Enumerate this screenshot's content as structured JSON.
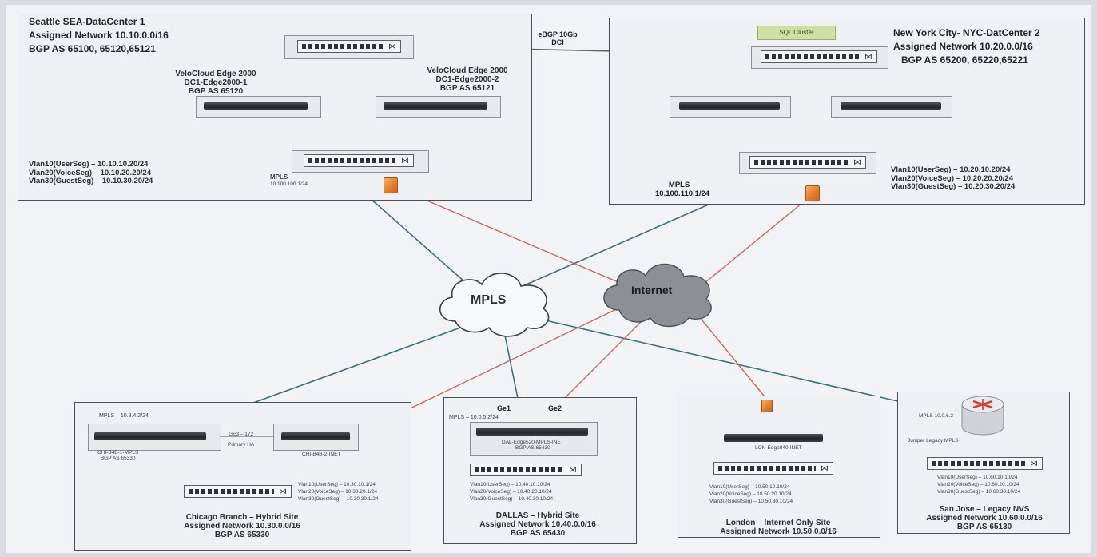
{
  "seattle": {
    "title": "Seattle SEA-DataCenter 1",
    "network": "Assigned Network 10.10.0.0/16",
    "bgp": "BGP AS 65100, 65120,65121",
    "edge1": [
      "VeloCloud Edge 2000",
      "DC1-Edge2000-1",
      "BGP AS 65120"
    ],
    "edge2": [
      "VeloCloud Edge 2000",
      "DC1-Edge2000-2",
      "BGP AS 65121"
    ],
    "vlans": [
      "Vlan10(UserSeg) – 10.10.10.20/24",
      "Vlan20(VoiceSeg) – 10.10.20.20/24",
      "Vlan30(GuestSeg) – 10.10.30.20/24"
    ],
    "mpls": [
      "MPLS –",
      "10.100.100.1/24"
    ]
  },
  "dci": {
    "line1": "eBGP 10Gb",
    "line2": "DCI"
  },
  "newyork": {
    "title": "New York City- NYC-DatCenter 2",
    "network": "Assigned Network 10.20.0.0/16",
    "bgp": "BGP AS 65200, 65220,65221",
    "sql": "SQL Cluster",
    "vlans": [
      "Vlan10(UserSeg) – 10.20.10.20/24",
      "Vlan20(VoiceSeg) – 10.20.20.20/24",
      "Vlan30(GuestSeg) – 10.20.30.20/24"
    ],
    "mpls": [
      "MPLS –",
      "10.100.110.1/24"
    ]
  },
  "clouds": {
    "mpls": "MPLS",
    "internet": "Internet"
  },
  "chicago": {
    "mpls": "MPLS – 10.8.4.2/24",
    "edge1": [
      "CHI-B4B-1-MPLS",
      "BGP AS 65330"
    ],
    "edge2": "CHI-B4B-2-INET",
    "link": [
      "GE3 – 172",
      "Primary HA"
    ],
    "vlans": [
      "Vlan10(UserSeg) – 10.30.10.1/24",
      "Vlan20(VoiceSeg) – 10.30.20.1/24",
      "Vlan30(GuestSeg) – 10.30.30.1/24"
    ],
    "footer": [
      "Chicago Branch – Hybrid Site",
      "Assigned Network 10.30.0.0/16",
      "BGP AS 65330"
    ]
  },
  "dallas": {
    "ge1": "Ge1",
    "ge2": "Ge2",
    "mpls": "MPLS – 10.0.5.2/24",
    "edge": [
      "DAL-Edge520-MPLS-INET",
      "BGP AS 65430"
    ],
    "vlans": [
      "Vlan10(UserSeg) – 10.40.10.10/24",
      "Vlan20(VoiceSeg) – 10.40.20.10/24",
      "Vlan30(GuestSeg) – 10.40.30.10/24"
    ],
    "footer": [
      "DALLAS – Hybrid Site",
      "Assigned Network 10.40.0.0/16",
      "BGP AS 65430"
    ]
  },
  "london": {
    "edge": "LON-Edge840-INET",
    "vlans": [
      "Vlan10(UserSeg) – 10.50.10.10/24",
      "Vlan20(VoiceSeg) – 10.50.20.10/24",
      "Vlan30(GuestSeg) – 10.50.30.10/24"
    ],
    "footer": [
      "London – Internet Only Site",
      "Assigned Network 10.50.0.0/16"
    ]
  },
  "sanjose": {
    "mpls": "MPLS 10.0.6.2",
    "router": "Juniper Legacy MPLS",
    "vlans": [
      "Vlan10(UserSeg) – 10.60.10.10/24",
      "Vlan20(VoiceSeg) – 10.60.20.10/24",
      "Vlan30(GuestSeg) – 10.60.30.10/24"
    ],
    "footer": [
      "San Jose – Legacy NVS",
      "Assigned Network 10.60.0.0/16",
      "BGP AS 65130"
    ]
  },
  "colors": {
    "mpls_link": "#3f6f80",
    "internet_link": "#c9695a",
    "firewall": "#e07b2a"
  }
}
